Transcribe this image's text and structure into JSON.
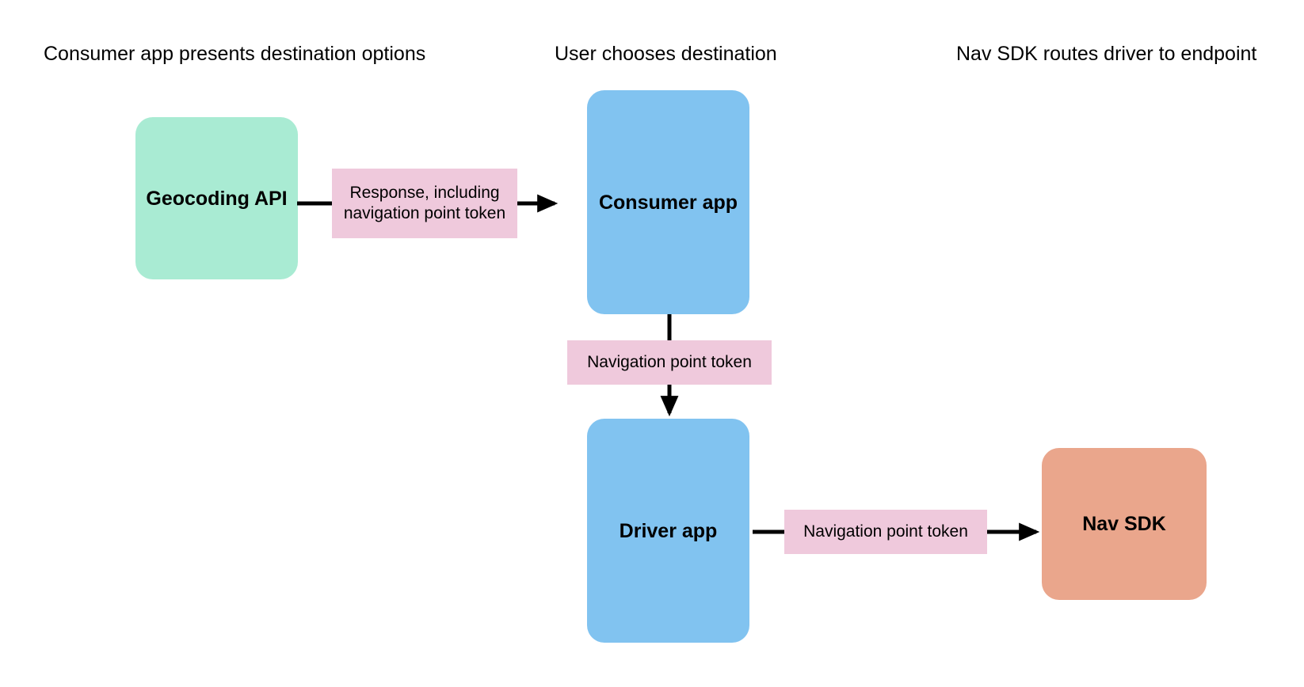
{
  "diagram": {
    "title_row": [
      {
        "id": "col-1",
        "label": "Consumer app presents destination options"
      },
      {
        "id": "col-2",
        "label": "User chooses destination"
      },
      {
        "id": "col-3",
        "label": "Nav SDK routes driver to endpoint"
      }
    ],
    "nodes": [
      {
        "id": "geocoding-api",
        "label": "Geocoding API",
        "color": "#A9EBD3"
      },
      {
        "id": "consumer-app",
        "label": "Consumer app",
        "color": "#81C3F0"
      },
      {
        "id": "driver-app",
        "label": "Driver app",
        "color": "#81C3F0"
      },
      {
        "id": "nav-sdk",
        "label": "Nav SDK",
        "color": "#EAA68C"
      }
    ],
    "edge_labels": [
      {
        "id": "edge-label-response",
        "label": "Response, including navigation point token",
        "color": "#EFC9DC"
      },
      {
        "id": "edge-label-nav-token-vertical",
        "label": "Navigation point token",
        "color": "#EFC9DC"
      },
      {
        "id": "edge-label-nav-token-horizontal",
        "label": "Navigation point token",
        "color": "#EFC9DC"
      }
    ],
    "edges": [
      {
        "id": "edge-geocoding-to-consumer",
        "from": "geocoding-api",
        "to": "consumer-app",
        "direction": "right"
      },
      {
        "id": "edge-consumer-to-driver",
        "from": "consumer-app",
        "to": "driver-app",
        "direction": "down"
      },
      {
        "id": "edge-driver-to-navsdk",
        "from": "driver-app",
        "to": "nav-sdk",
        "direction": "right"
      }
    ],
    "colors": {
      "mint": "#A9EBD3",
      "blue": "#81C3F0",
      "salmon": "#EAA68C",
      "pink": "#EFC9DC",
      "stroke": "#000000",
      "background": "#FFFFFF"
    }
  }
}
